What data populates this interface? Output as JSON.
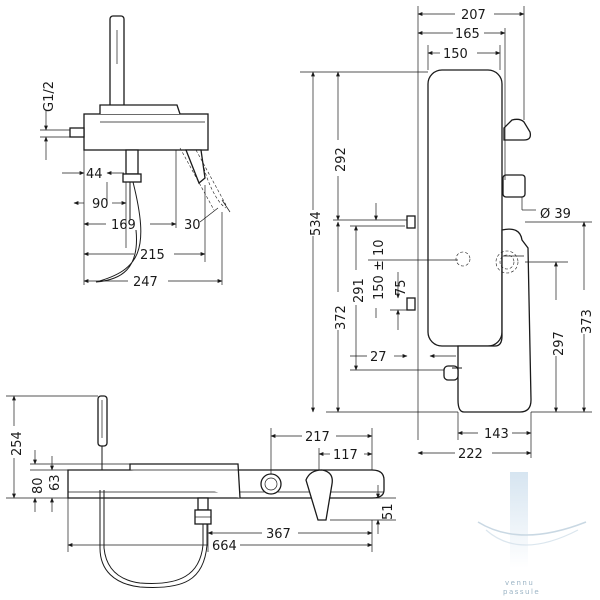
{
  "dimensions": {
    "thread": "G1/2",
    "d44": "44",
    "d90": "90",
    "d169": "169",
    "d30": "30",
    "d215": "215",
    "d247": "247",
    "d207": "207",
    "d165": "165",
    "d150": "150",
    "d534": "534",
    "d292": "292",
    "dia39": "Ø 39",
    "d150tol": "150 ± 10",
    "d291": "291",
    "d75": "75",
    "d372": "372",
    "d27": "27",
    "d297": "297",
    "d373": "373",
    "d143": "143",
    "d222": "222",
    "d254": "254",
    "d80": "80",
    "d63": "63",
    "d217": "217",
    "d117": "117",
    "d51": "51",
    "d367": "367",
    "d664": "664"
  },
  "watermark": "vennu\npassule"
}
